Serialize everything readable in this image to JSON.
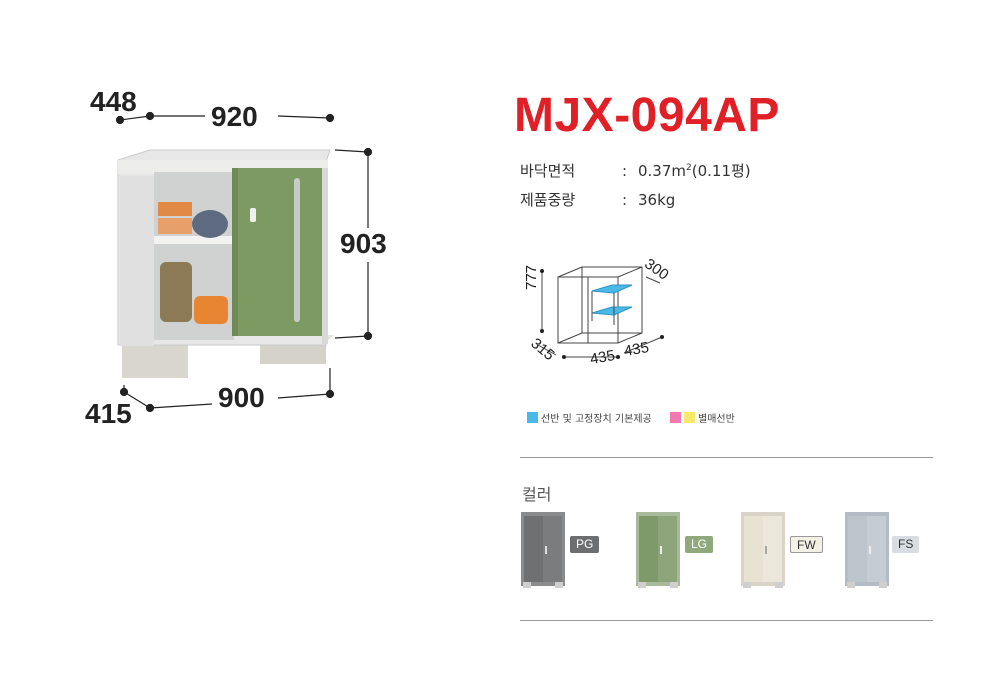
{
  "dimensions": {
    "top_depth": "448",
    "top_width": "920",
    "height": "903",
    "bottom_depth": "415",
    "bottom_width": "900"
  },
  "model": "MJX-094AP",
  "specs": [
    {
      "label": "바닥면적",
      "colon": ":",
      "value_main": "0.37m",
      "value_sup": "2",
      "value_rest": "(0.11평)"
    },
    {
      "label": "제품중량",
      "colon": ":",
      "value_main": "36kg",
      "value_sup": "",
      "value_rest": ""
    }
  ],
  "interior": {
    "height": "777",
    "depth": "315",
    "shelf_depth": "300",
    "width_left": "435",
    "width_right": "435"
  },
  "legend": [
    {
      "text": "선반 및 고정장치 기본제공",
      "color": "#4ab9e8"
    },
    {
      "text": "별매선반",
      "colors": [
        "#f07ab0",
        "#f5e86a"
      ]
    }
  ],
  "colors_title": "컬러",
  "colors": [
    {
      "code": "PG",
      "body": "#7b7c7d",
      "door": "#6f7071",
      "tag_bg": "#6d6e70",
      "tag_fg": "#ffffff"
    },
    {
      "code": "LG",
      "body": "#8ea57b",
      "door": "#7f9a6a",
      "tag_bg": "#8fa97c",
      "tag_fg": "#ffffff"
    },
    {
      "code": "FW",
      "body": "#ebe7da",
      "door": "#e7e2d2",
      "tag_bg": "#f3f0e6",
      "tag_fg": "#333333"
    },
    {
      "code": "FS",
      "body": "#c5ccd3",
      "door": "#bcc4cc",
      "tag_bg": "#d7dde2",
      "tag_fg": "#333333"
    }
  ]
}
